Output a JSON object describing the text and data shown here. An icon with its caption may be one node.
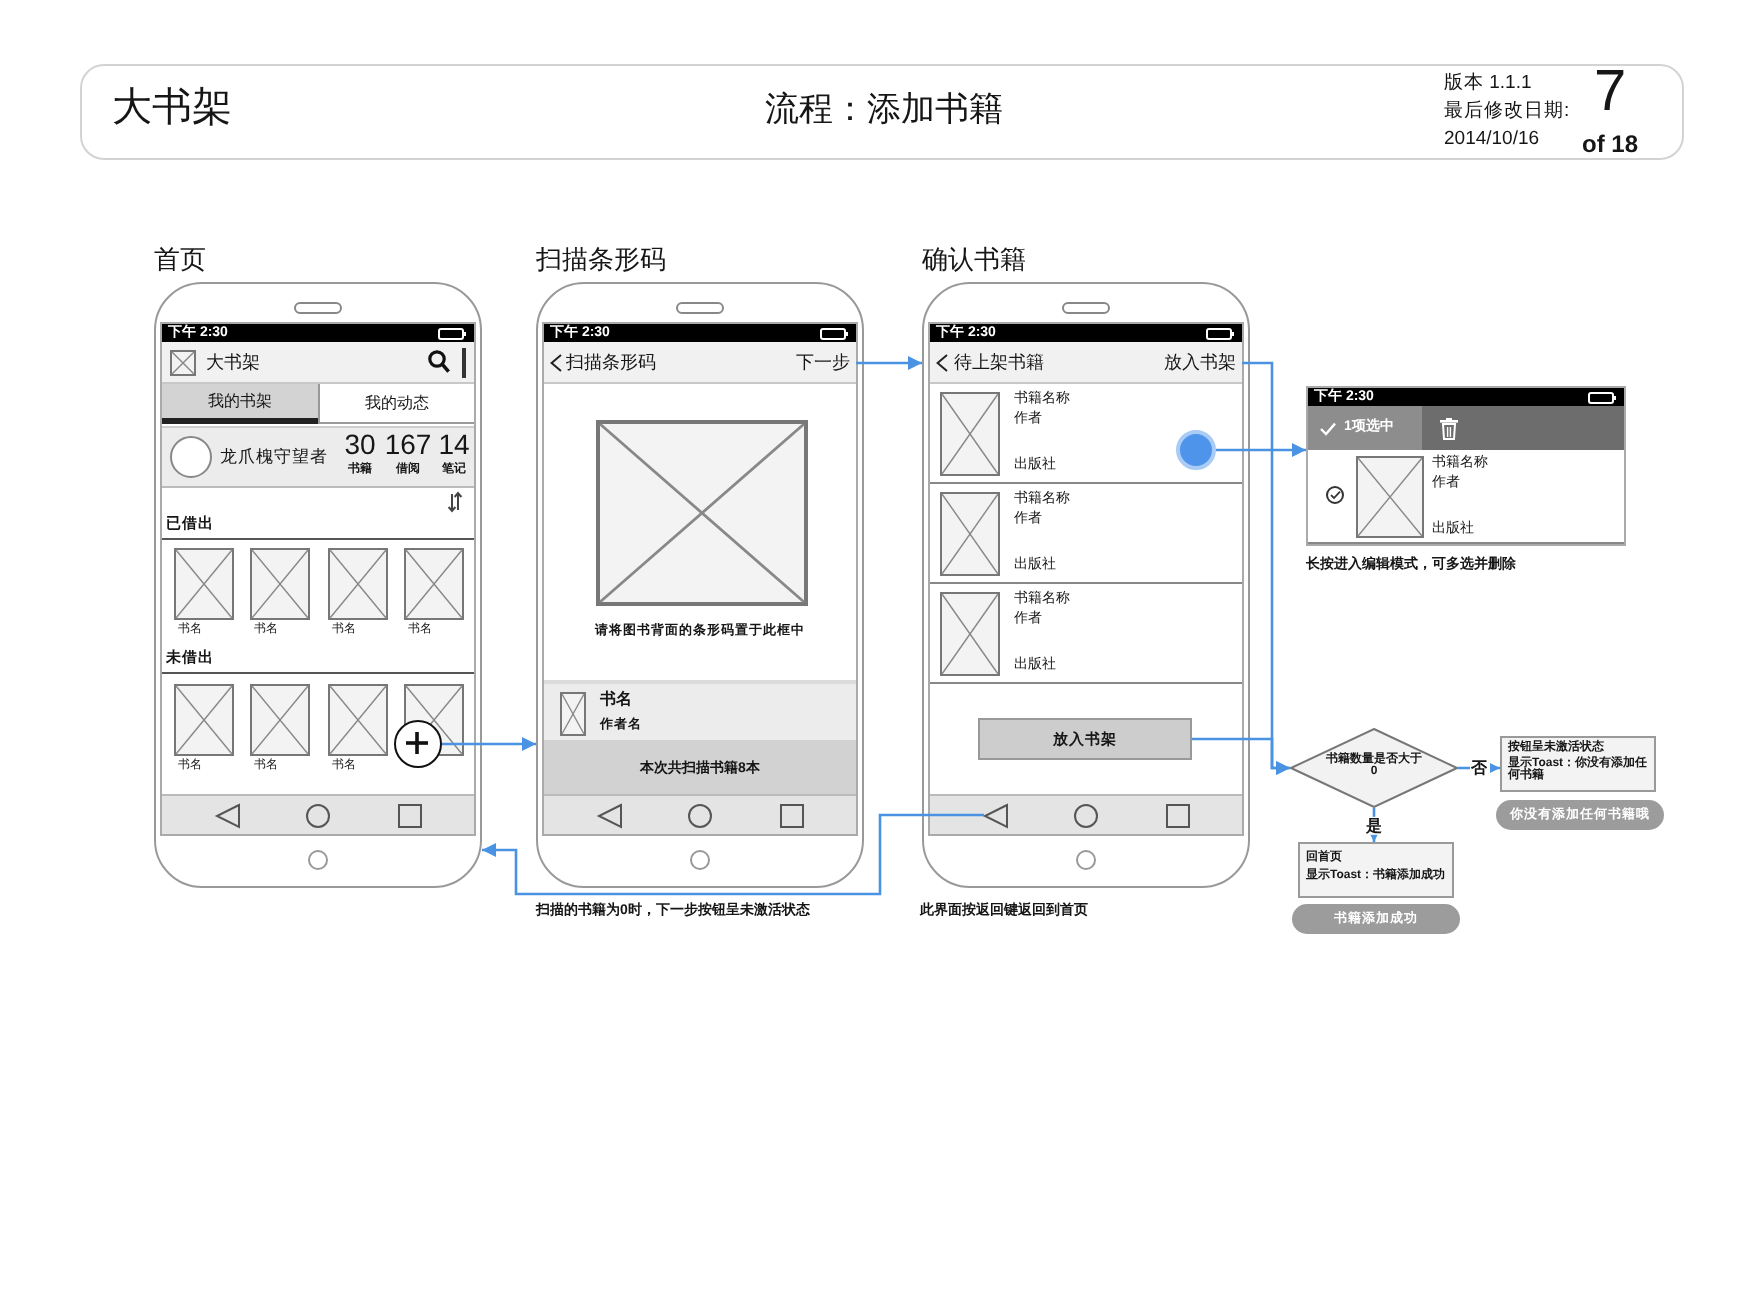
{
  "diagram": {
    "title": "流程：添加书籍",
    "nodes": [
      {
        "text": [
          "首页",
          "已借出",
          "书名",
          "书名",
          "书名",
          "书名",
          "未借出",
          "书名",
          "书名",
          "书名"
        ]
      },
      {
        "text": [
          "下午 2:30"
        ],
        "in": 0
      },
      {
        "text": [
          "大书架"
        ],
        "in": 0
      },
      {
        "text": [
          "我的书架"
        ],
        "in": 0
      },
      {
        "text": [
          "我的动态"
        ],
        "in": 0
      },
      {
        "text": [
          "龙爪槐守望者",
          "30",
          "书籍",
          "167",
          "借阅",
          "14",
          "笔记"
        ],
        "in": 0
      },
      {
        "text": [],
        "shape": "circle",
        "in": 0
      },
      {
        "text": [
          "扫描条形码",
          "请将图书背面的条形码置于此框中"
        ],
        "beside": [
          "扫描的书籍为0时，下一步按钮呈未激活状态"
        ]
      },
      {
        "text": [
          "下午 2:30"
        ],
        "in": 7
      },
      {
        "text": [
          "扫描条形码",
          "下一步"
        ],
        "in": 7
      },
      {
        "text": [
          "书名",
          "作者名"
        ],
        "in": 7
      },
      {
        "text": [
          "本次共扫描书籍8本"
        ],
        "in": 7
      },
      {
        "text": [
          "确认书籍"
        ],
        "beside": [
          "此界面按返回键返回到首页"
        ]
      },
      {
        "text": [
          "下午 2:30"
        ],
        "in": 12
      },
      {
        "text": [
          "待上架书籍",
          "放入书架"
        ],
        "in": 12
      },
      {
        "text": [
          "书籍名称",
          "作者",
          "出版社"
        ],
        "in": 12
      },
      {
        "text": [],
        "shape": "circle",
        "in": 15
      },
      {
        "text": [
          "书籍名称",
          "作者",
          "出版社"
        ],
        "in": 12
      },
      {
        "text": [
          "书籍名称",
          "作者",
          "出版社"
        ],
        "in": 12
      },
      {
        "text": [
          "放入书架"
        ],
        "in": 12
      },
      {
        "text": [],
        "shape": "triangle",
        "in": 12
      },
      {
        "text": [],
        "shape": "box",
        "beside": [
          "长按进入编辑模式，可多选并删除"
        ]
      },
      {
        "text": [
          "下午 2:30"
        ],
        "in": 21
      },
      {
        "text": [
          "1项选中"
        ],
        "in": 21
      },
      {
        "text": [
          "书籍名称",
          "作者",
          "出版社"
        ],
        "in": 21
      },
      {
        "text": [
          "书籍数量是否大于0"
        ]
      },
      {
        "text": [
          "按钮呈未激活状态",
          "显示Toast：你没有添加任何书籍"
        ]
      },
      {
        "text": [
          "你没有添加任何书籍哦"
        ]
      },
      {
        "text": [
          "回首页",
          "显示Toast：书籍添加成功"
        ]
      },
      {
        "text": [
          "书籍添加成功"
        ]
      }
    ],
    "edges": [
      {
        "from": 6,
        "to": 7,
        "arrow": "to"
      },
      {
        "from": 9,
        "to": 12,
        "arrow": "to"
      },
      {
        "from": 20,
        "to": 0,
        "arrow": "to"
      },
      {
        "from": 14,
        "to": 25,
        "arrow": "to"
      },
      {
        "from": 19,
        "to": 25,
        "arrow": "to"
      },
      {
        "from": 16,
        "to": 21,
        "arrow": "to"
      },
      {
        "from": 25,
        "to": 26,
        "arrow": "to",
        "label": "否"
      },
      {
        "from": 25,
        "to": 28,
        "arrow": "to",
        "label": "是"
      }
    ],
    "labels": [
      "大书架",
      "版本 1.1.1",
      "最后修改日期:",
      "2014/10/16",
      "7",
      "of 18"
    ]
  }
}
